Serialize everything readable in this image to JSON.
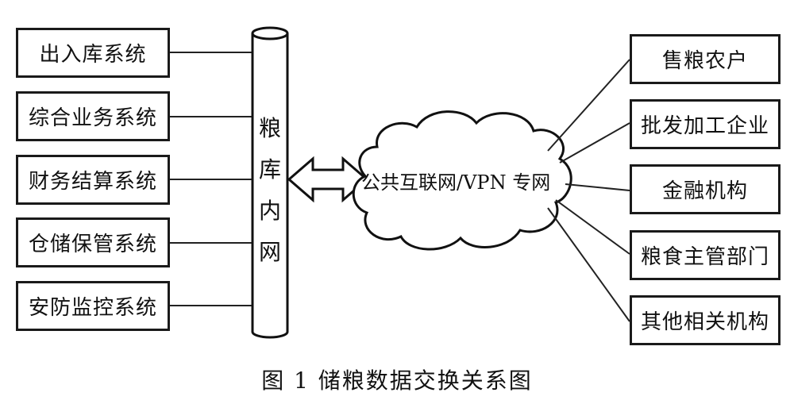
{
  "left_systems": [
    {
      "label": "出入库系统"
    },
    {
      "label": "综合业务系统"
    },
    {
      "label": "财务结算系统"
    },
    {
      "label": "仓储保管系统"
    },
    {
      "label": "安防监控系统"
    }
  ],
  "pipe": {
    "chars": [
      "粮",
      "库",
      "内",
      "网"
    ]
  },
  "cloud": {
    "label": "公共互联网/VPN 专网"
  },
  "right_entities": [
    {
      "label": "售粮农户"
    },
    {
      "label": "批发加工企业"
    },
    {
      "label": "金融机构"
    },
    {
      "label": "粮食主管部门"
    },
    {
      "label": "其他相关机构"
    }
  ],
  "caption": "图 1  储粮数据交换关系图"
}
